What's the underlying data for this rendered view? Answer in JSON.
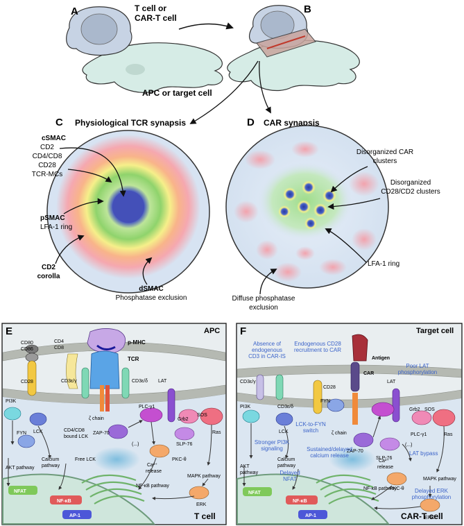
{
  "panels": {
    "a": "A",
    "b": "B",
    "c": "C",
    "d": "D",
    "e": "E",
    "f": "F"
  },
  "top": {
    "tcell_line1": "T cell or",
    "tcell_line2": "CAR-T cell",
    "apc_label": "APC or target cell"
  },
  "tcr_synapse": {
    "title": "Physiological TCR synapsis",
    "csmac": "cSMAC",
    "csmac_items": [
      "CD2",
      "CD4/CD8",
      "CD28",
      "TCR-MCs"
    ],
    "psmac": "pSMAC",
    "psmac_sub": "LFA-1 ring",
    "cd2_line1": "CD2",
    "cd2_line2": "corolla",
    "dsmac": "dSMAC",
    "dsmac_sub": "Phosphatase  exclusion"
  },
  "car_synapse": {
    "title": "CAR synapsis",
    "dis_car_1": "Disorganized CAR",
    "dis_car_2": "clusters",
    "dis_cd28_1": "Disorganized",
    "dis_cd28_2": "CD28/CD2 clusters",
    "lfa": "LFA-1 ring",
    "diffuse_1": "Diffuse phosphatase",
    "diffuse_2": "exclusion"
  },
  "panel_e": {
    "apc": "APC",
    "tcell": "T cell",
    "cd80": "CD80",
    "cd86": "CD86",
    "cd4": "CD4",
    "cd8": "CD8",
    "pmhc": "p-MHC",
    "tcr": "TCR",
    "cd28": "CD28",
    "cd3ey": "CD3ε/γ",
    "cd3ed": "CD3ε/δ",
    "lat": "LAT",
    "pi3k": "PI3K",
    "lck": "LCK",
    "zeta": "ζ chain",
    "cd48_1": "CD4/CD8",
    "cd48_2": "bound LCK",
    "fyn": "FYN",
    "zap70": "ZAP-70",
    "plc": "PLC-γ1",
    "grb2": "Grb2",
    "sos": "SOS",
    "slp76": "SLP-76",
    "ras": "Ras",
    "dots": "(...)",
    "free_lck": "Free LCK",
    "calcium_1": "Calcium",
    "calcium_2": "pathway",
    "akt": "AKT pathway",
    "ca_1": "Ca²⁺",
    "ca_2": "release",
    "pkc": "PKC-θ",
    "mapk": "MAPK pathway",
    "nfkb_path": "NF-κB pathway",
    "erk": "ERK",
    "nfat": "NFAT",
    "nfkb": "NF-κB",
    "ap1": "AP-1"
  },
  "panel_f": {
    "target": "Target cell",
    "cart": "CAR-T cell",
    "note_cd3_1": "Absence of",
    "note_cd3_2": "endogenous",
    "note_cd3_3": "CD3 in CAR-IS",
    "note_cd28_1": "Endogenous CD28",
    "note_cd28_2": "recruitment to CAR",
    "antigen": "Antigen",
    "car": "CAR",
    "cd3ey": "CD3ε/γ",
    "cd3ed": "CD3ε/δ",
    "cd28": "CD28",
    "fyn": "FYN",
    "lat": "LAT",
    "poor_lat_1": "Poor LAT",
    "poor_lat_2": "phosphorylation",
    "pi3k": "PI3K",
    "lck": "LCK",
    "switch_1": "LCK-to-FYN",
    "switch_2": "switch",
    "zeta": "ζ chain",
    "zap70": "ZAP-70",
    "grb2": "Grb2",
    "sos": "SOS",
    "ras": "Ras",
    "plc": "PLC-γ1",
    "slp76": "SLP-76",
    "dots": "(...)",
    "lat_bypass": "LAT bypass",
    "pi3k_note_1": "Stronger PI3K",
    "pi3k_note_2": "signaling",
    "akt_1": "AKT",
    "akt_2": "pathway",
    "calcium_1": "Calcium",
    "calcium_2": "pathway",
    "sustained_1": "Sustained/delayed",
    "sustained_2": "calcium release",
    "delayed_nfat_1": "Delayed",
    "delayed_nfat_2": "NFAT",
    "ca_1": "Ca²⁺",
    "ca_2": "release",
    "pkc": "PKC-θ",
    "mapk": "MAPK pathway",
    "nfkb_path": "NF-κB pathway",
    "delayed_erk_1": "Delayed ERK",
    "delayed_erk_2": "phosphorylation",
    "erk": "ERK",
    "nfat": "NFAT",
    "nfkb": "NF-κB",
    "ap1": "AP-1"
  },
  "colors": {
    "membrane": "#b5b9b2",
    "cell_interior": "#dfe9f3",
    "cytoplasm_outer": "#d2e8e0",
    "highlight_text": "#3b63c9",
    "cd28_yellow": "#f2c842",
    "lat_purple": "#8a4fd0",
    "ras_pink": "#ef6f82",
    "nfat_green": "#7fc95a",
    "nfkb_red": "#e05a5a",
    "ap1_blue": "#4c57d8"
  }
}
